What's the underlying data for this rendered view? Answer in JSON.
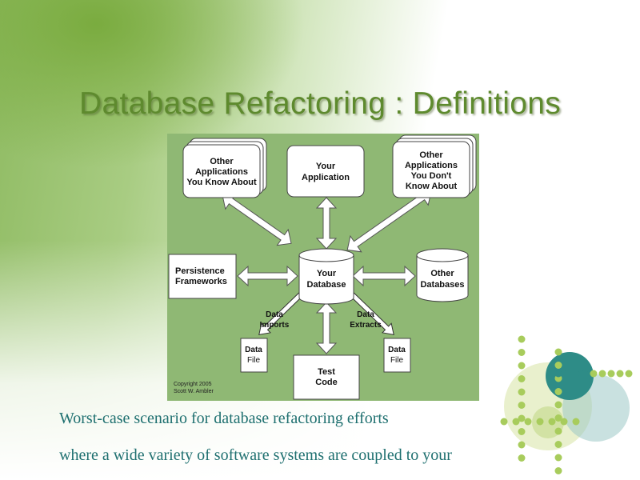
{
  "slide": {
    "title": "Database Refactoring : Definitions",
    "caption_lines": [
      "Worst-case scenario for database refactoring efforts",
      "where a wide  variety of software systems are coupled to your"
    ]
  },
  "diagram": {
    "background_color": "#8fb874",
    "nodes": {
      "other_apps_known": [
        "Other",
        "Applications",
        "You Know About"
      ],
      "your_application": [
        "Your",
        "Application"
      ],
      "other_apps_unknown": [
        "Other",
        "Applications",
        "You Don't",
        "Know About"
      ],
      "persistence_frameworks": [
        "Persistence",
        "Frameworks"
      ],
      "your_database": [
        "Your",
        "Database"
      ],
      "other_databases": [
        "Other",
        "Databases"
      ],
      "data_file_left": [
        "Data",
        "File"
      ],
      "test_code": [
        "Test",
        "Code"
      ],
      "data_file_right": [
        "Data",
        "File"
      ]
    },
    "edge_labels": {
      "data_imports": [
        "Data",
        "Imports"
      ],
      "data_extracts": [
        "Data",
        "Extracts"
      ]
    },
    "copyright": [
      "Copyright 2005",
      "Scott W. Ambler"
    ]
  },
  "colors": {
    "title": "#5e8a2e",
    "caption": "#1f7070",
    "decor_teal": "#2e8c87",
    "decor_green": "#a8cc5c"
  }
}
